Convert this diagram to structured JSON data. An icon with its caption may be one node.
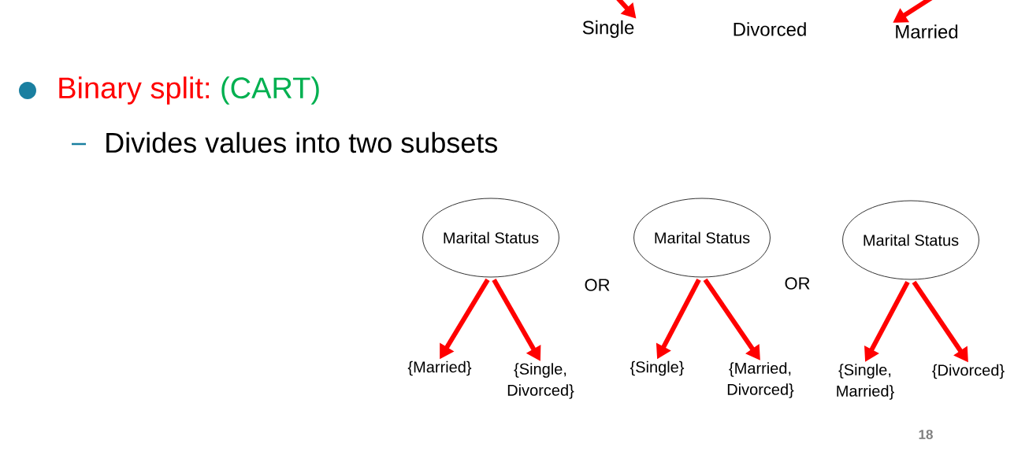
{
  "diagram": {
    "nodes": [
      {
        "text": [
          "Single"
        ]
      },
      {
        "text": [
          "Divorced"
        ]
      },
      {
        "text": [
          "Married"
        ]
      },
      {
        "text": [
          "Marital Status"
        ]
      },
      {
        "text": [
          "{Married}"
        ]
      },
      {
        "text": [
          "{Single, Divorced}"
        ]
      },
      {
        "text": [
          "Marital Status"
        ]
      },
      {
        "text": [
          "{Single}"
        ]
      },
      {
        "text": [
          "{Married, Divorced}"
        ]
      },
      {
        "text": [
          "Marital Status"
        ]
      },
      {
        "text": [
          "{Single, Married}"
        ]
      },
      {
        "text": [
          "{Divorced}"
        ]
      }
    ],
    "edges": [
      {
        "from": null,
        "to": 0,
        "arrow": "to"
      },
      {
        "from": null,
        "to": 2,
        "arrow": "to"
      },
      {
        "from": 3,
        "to": 4,
        "arrow": "to"
      },
      {
        "from": 3,
        "to": 5,
        "arrow": "to"
      },
      {
        "from": 6,
        "to": 7,
        "arrow": "to"
      },
      {
        "from": 6,
        "to": 8,
        "arrow": "to"
      },
      {
        "from": 9,
        "to": 10,
        "arrow": "to"
      },
      {
        "from": 9,
        "to": 11,
        "arrow": "to"
      }
    ],
    "labels": [
      "Binary split:",
      "(CART)",
      "Divides values into two subsets",
      "OR",
      "OR",
      "18"
    ]
  }
}
